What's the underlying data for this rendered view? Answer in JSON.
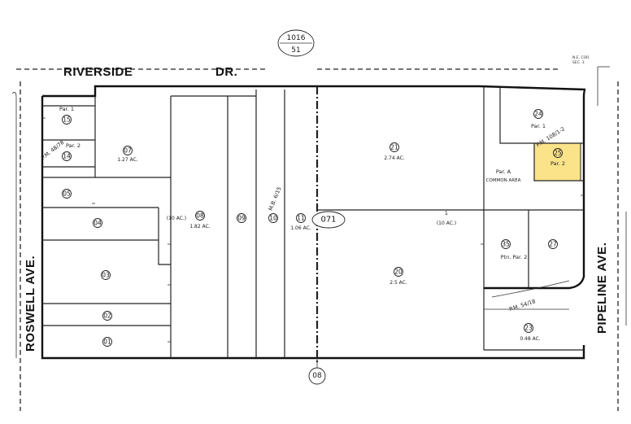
{
  "book_page": {
    "top": "1016",
    "bottom": "51"
  },
  "streets": {
    "north": [
      "RIVERSIDE",
      "DR."
    ],
    "west": "ROSWELL AVE.",
    "east": "PIPELINE AVE."
  },
  "corner_note": [
    "N.E. COR.",
    "SEC. 3"
  ],
  "block_number": "071",
  "bottom_block": "08",
  "map_refs": {
    "parcel_map_1": "P.M. 48/78",
    "parcel_map_2": "P.M. 108/1-2",
    "parcel_map_3": "P.M. 54/18",
    "map_book": "M.B. 6/15"
  },
  "parcels": [
    {
      "id": "15",
      "label": "Par. 1"
    },
    {
      "id": "14",
      "label": "Par. 2"
    },
    {
      "id": "07",
      "acres": "1.27 AC."
    },
    {
      "id": "05"
    },
    {
      "id": "04"
    },
    {
      "id": "03"
    },
    {
      "id": "02"
    },
    {
      "id": "01"
    },
    {
      "id": "08",
      "acres": "1.82 AC."
    },
    {
      "id": "09"
    },
    {
      "id": "10"
    },
    {
      "id": "11",
      "acres": "1.06 AC."
    },
    {
      "id": "21",
      "acres": "2.74 AC."
    },
    {
      "id": "24",
      "label": "Par. 1"
    },
    {
      "id": "25",
      "label": "Par. 2",
      "highlight": true
    },
    {
      "id": "20",
      "acres": "2.5 AC."
    },
    {
      "id": "35",
      "label": "Ptn. Par. 2"
    },
    {
      "id": "27"
    },
    {
      "id": "23",
      "acres": "0.48 AC."
    }
  ],
  "lot_notes": {
    "common_area": [
      "Par. A",
      "COMMON AREA"
    ],
    "lot_1": "1",
    "lot_1_acres": "(10 AC.)",
    "west_acres": "(10 AC.)"
  },
  "colors": {
    "highlight": "#fbe38a",
    "line": "#222222"
  }
}
